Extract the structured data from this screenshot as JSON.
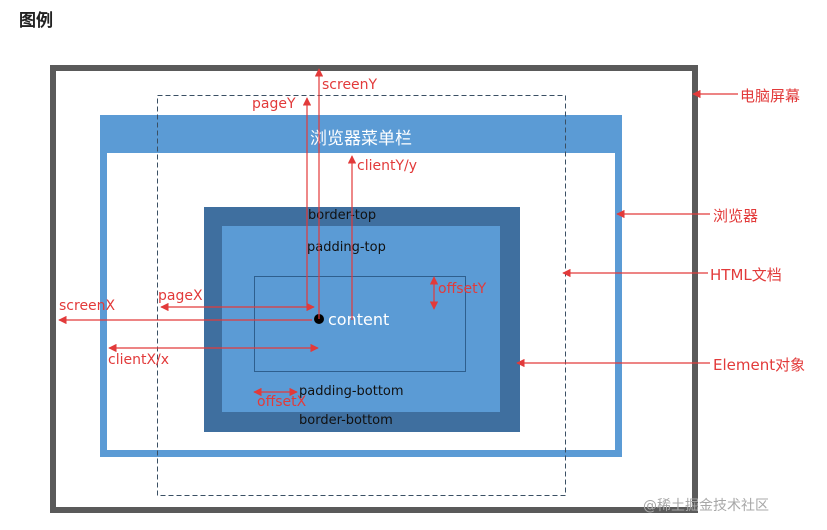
{
  "heading": "图例",
  "browser_menu": "浏览器菜单栏",
  "box_labels": {
    "border_top": "border-top",
    "padding_top": "padding-top",
    "content": "content",
    "padding_bottom": "padding-bottom",
    "border_bottom": "border-bottom"
  },
  "measure_labels": {
    "screenY": "screenY",
    "pageY": "pageY",
    "clientY": "clientY/y",
    "offsetY": "offsetY",
    "screenX": "screenX",
    "pageX": "pageX",
    "clientX": "clientX/x",
    "offsetX": "offsetX"
  },
  "right_labels": {
    "screen": "电脑屏幕",
    "browser": "浏览器",
    "html_doc": "HTML文档",
    "element": "Element对象"
  },
  "watermark": "@稀土掘金技术社区",
  "colors": {
    "arrow_red": "#e23a3a",
    "browser_blue": "#5b9bd5",
    "border_blue": "#3f6f9f",
    "screen_gray": "#5a5a5a"
  }
}
